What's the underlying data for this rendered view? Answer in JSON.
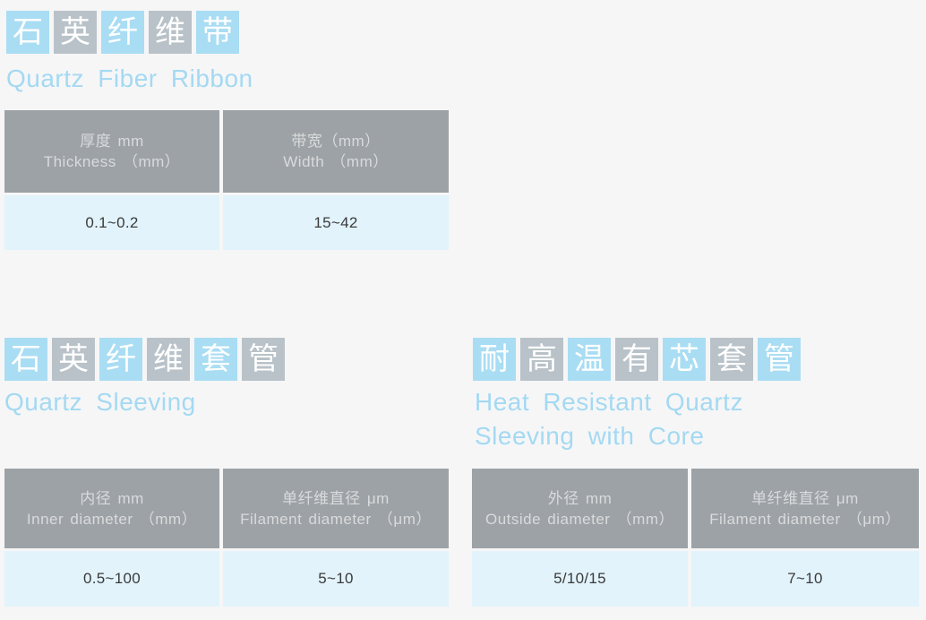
{
  "colors": {
    "page_background": "#f6f6f7",
    "tile_blue": "#a9ddf3",
    "tile_gray": "#b8c2c8",
    "tile_text": "#ffffff",
    "heading_blue": "#a4d9f2",
    "table_header_bg": "#9da2a6",
    "table_header_text": "#d9dbdc",
    "table_row_bg": "#e2f3fb",
    "table_value_text": "#3a3a3a"
  },
  "sections": [
    {
      "name": "quartz-fiber-ribbon",
      "tiles": [
        "石",
        "英",
        "纤",
        "维",
        "带"
      ],
      "title_zh": "石英纤维带",
      "title_en_lines": [
        "Quartz Fiber Ribbon"
      ],
      "table": {
        "columns": [
          {
            "header_zh": "厚度 mm",
            "header_en": "Thickness （mm）",
            "value": "0.1~0.2"
          },
          {
            "header_zh": "带宽（mm）",
            "header_en": "Width （mm）",
            "value": "15~42"
          }
        ]
      }
    },
    {
      "name": "quartz-sleeving",
      "tiles": [
        "石",
        "英",
        "纤",
        "维",
        "套",
        "管"
      ],
      "title_zh": "石英纤维套管",
      "title_en_lines": [
        "Quartz Sleeving"
      ],
      "table": {
        "columns": [
          {
            "header_zh": "内径 mm",
            "header_en": "Inner diameter （mm）",
            "value": "0.5~100"
          },
          {
            "header_zh": "单纤维直径 μm",
            "header_en": "Filament diameter （μm）",
            "value": "5~10"
          }
        ]
      }
    },
    {
      "name": "heat-resistant-quartz-sleeving-with-core",
      "tiles": [
        "耐",
        "高",
        "温",
        "有",
        "芯",
        "套",
        "管"
      ],
      "title_zh": "耐高温有芯套管",
      "title_en_lines": [
        "Heat Resistant Quartz",
        "Sleeving with Core"
      ],
      "table": {
        "columns": [
          {
            "header_zh": "外径 mm",
            "header_en": "Outside diameter （mm）",
            "value": "5/10/15"
          },
          {
            "header_zh": "单纤维直径 μm",
            "header_en": "Filament diameter （μm）",
            "value": "7~10"
          }
        ]
      }
    }
  ]
}
